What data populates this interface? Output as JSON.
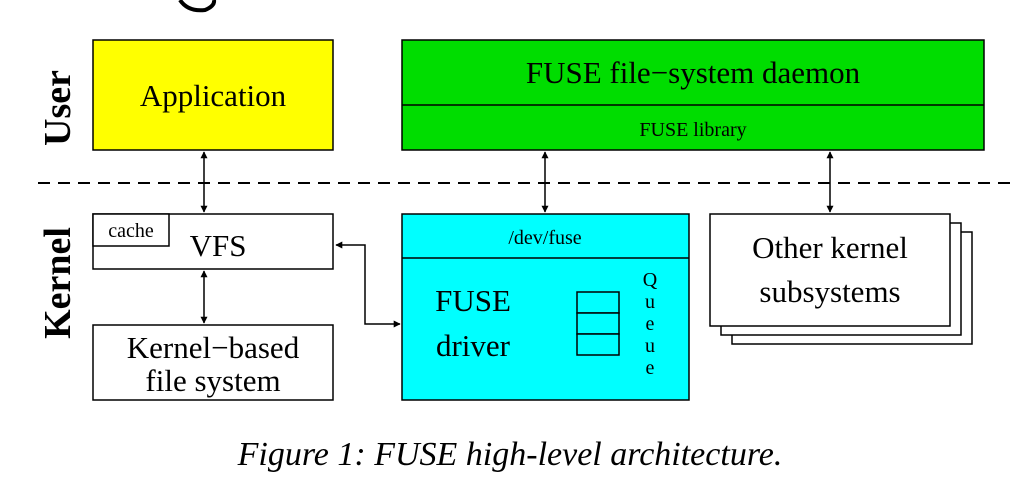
{
  "layers": {
    "user": "User",
    "kernel": "Kernel"
  },
  "boxes": {
    "application": "Application",
    "daemon": "FUSE file−system daemon",
    "library": "FUSE library",
    "cache": "cache",
    "vfs": "VFS",
    "kernel_fs_line1": "Kernel−based",
    "kernel_fs_line2": "file system",
    "dev_fuse": "/dev/fuse",
    "driver_line1": "FUSE",
    "driver_line2": "driver",
    "queue_letters": [
      "Q",
      "u",
      "e",
      "u",
      "e"
    ],
    "other_line1": "Other kernel",
    "other_line2": "subsystems"
  },
  "caption": "Figure 1: FUSE high-level architecture.",
  "colors": {
    "application": "#ffff00",
    "fuse_daemon": "#00dd00",
    "fuse_driver": "#00ffff",
    "plain": "#ffffff",
    "stroke": "#000000"
  }
}
